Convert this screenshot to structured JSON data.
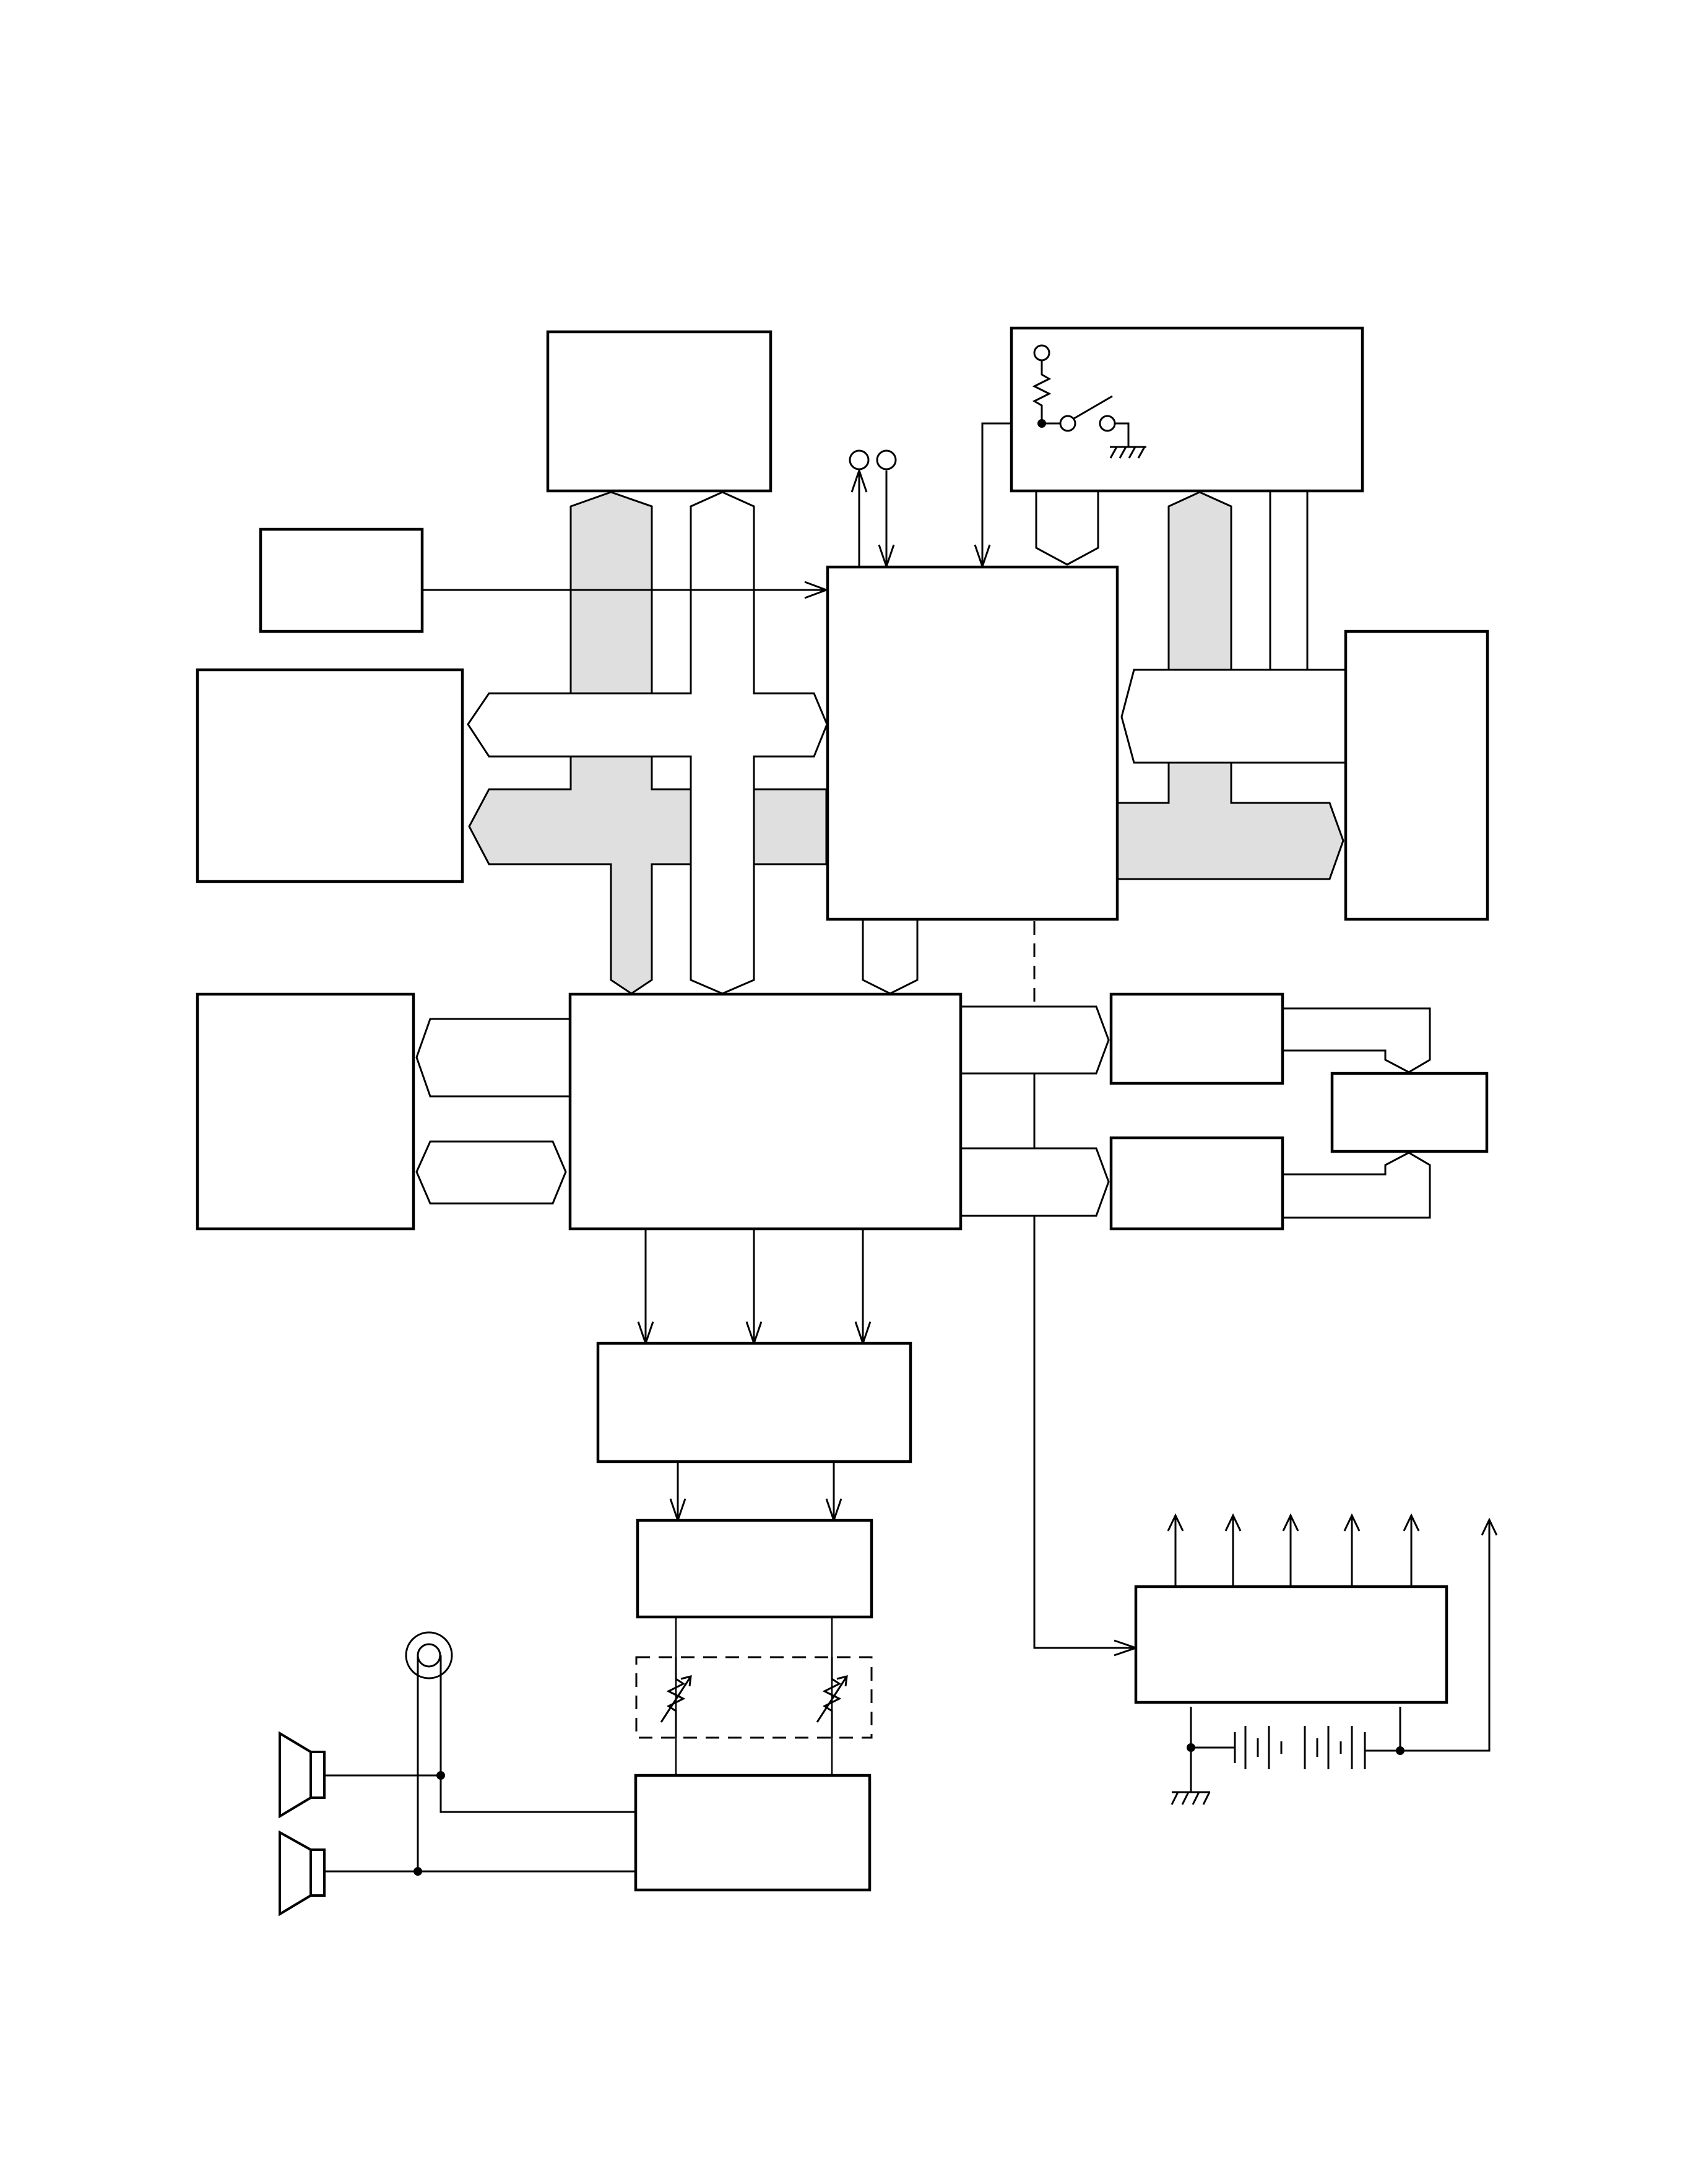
{
  "diagram": {
    "kind": "hardware block diagram (unlabeled)",
    "blocks": [
      "top-center-block",
      "top-right-switch-block",
      "small-left-block",
      "left-upper-block",
      "cpu-block",
      "right-tall-block",
      "left-lower-block",
      "central-asic-block",
      "right-small-block-upper",
      "right-small-block-lower",
      "far-right-connector-block",
      "dac-block",
      "volume-block",
      "amp-block",
      "power-regulator-block"
    ],
    "colors": {
      "line": "#000000",
      "bus_white": "#ffffff",
      "bus_gray": "#dfdfdf",
      "background": "#ffffff"
    }
  }
}
